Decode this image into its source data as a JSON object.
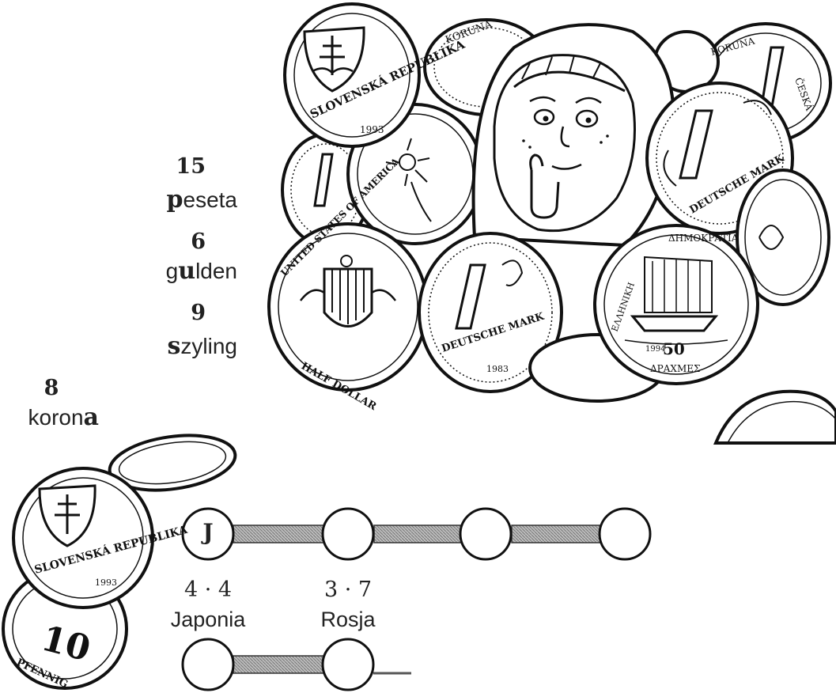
{
  "clues": [
    {
      "number": "15",
      "first": "p",
      "rest": "eseta",
      "last": ""
    },
    {
      "number": "6",
      "first": "g",
      "hl": "u",
      "rest": "lden"
    },
    {
      "number": "9",
      "first": "s",
      "rest": "zyling"
    },
    {
      "number": "8",
      "pre": "koron",
      "hl": "a"
    }
  ],
  "chain": {
    "first_letter": "J"
  },
  "answers": [
    {
      "expression": "4 · 4",
      "country": "Japonia"
    },
    {
      "expression": "3 · 7",
      "country": "Rosja"
    }
  ],
  "coin_texts": {
    "slovak": "SLOVENSKÁ REPUBLIKA",
    "slovak_year": "1993",
    "koruna": "KORUNA",
    "ceska": "ČESKÁ",
    "deutsche_mark": "DEUTSCHE MARK",
    "dm_year": "1983",
    "usa": "UNITED STATES OF AMERICA",
    "half_dollar": "HALF DOLLAR",
    "greek_top": "ΔΗΜΟΚΡΑΤΙΑ",
    "greek_left": "ΕΛΛΗΝΙΚΗ",
    "greek_bottom": "ΔΡΑΧΜΕΣ",
    "greek_value": "50",
    "greek_year": "1994",
    "pfennig": "PFENNIG",
    "pfennig_value": "10"
  }
}
